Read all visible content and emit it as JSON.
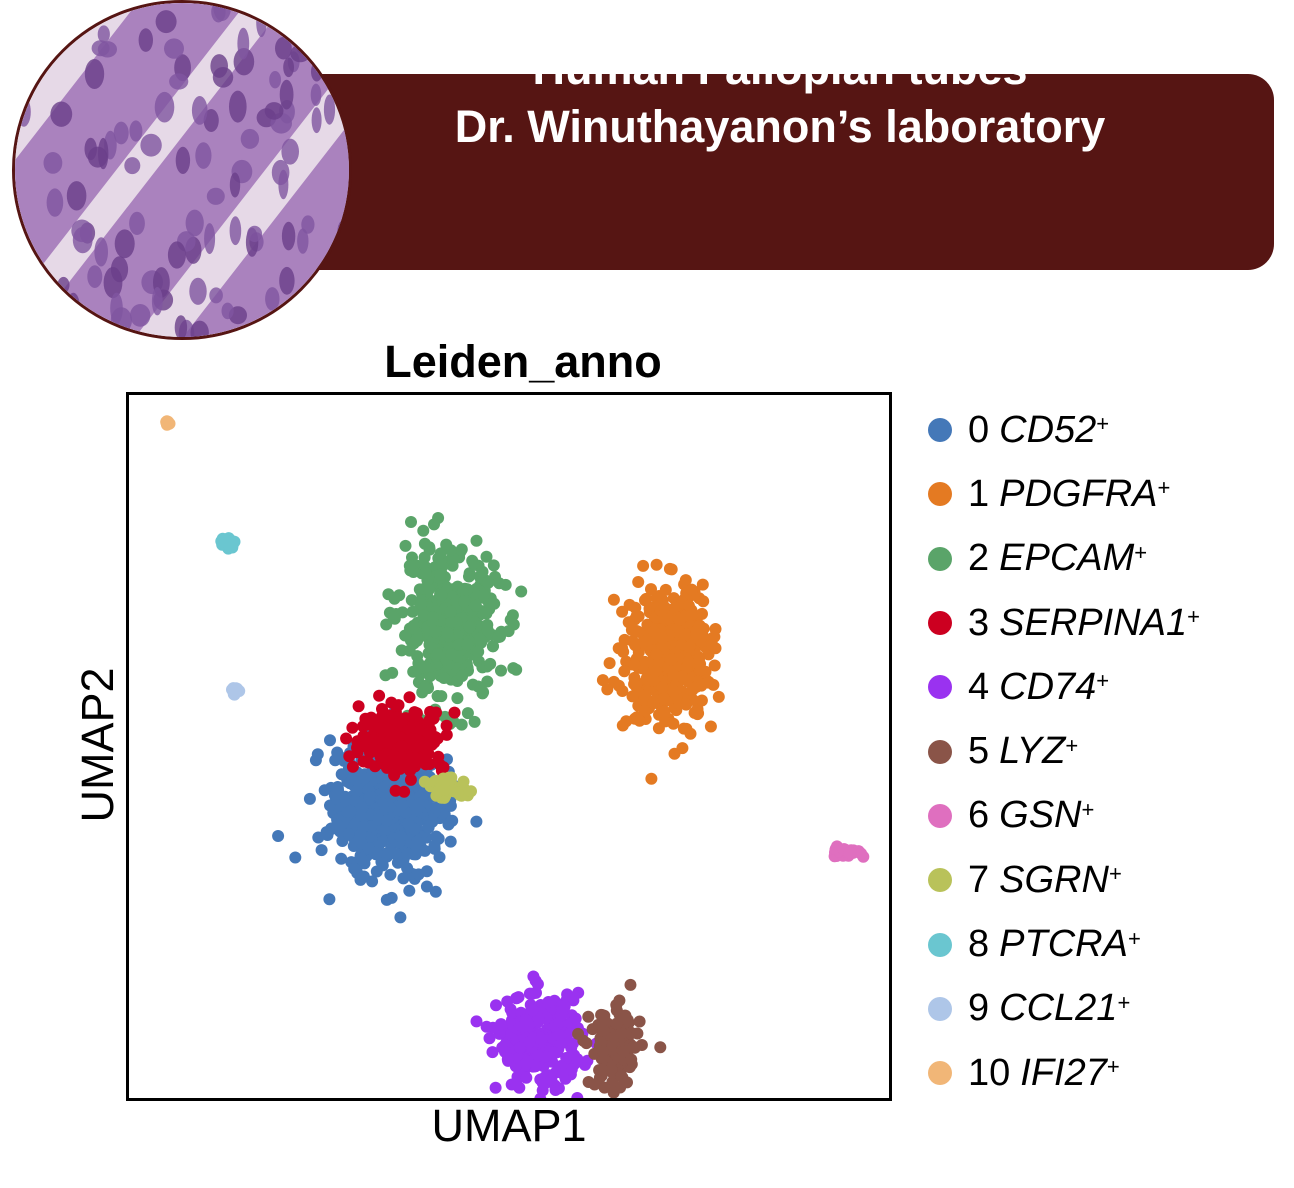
{
  "header": {
    "line1": "Human Fallopian tubes",
    "line2": "Dr. Winuthayanon’s laboratory",
    "banner_color": "#561513",
    "image": "fallopian-tube-histology-image"
  },
  "chart_data": {
    "type": "scatter",
    "title": "Leiden_anno",
    "xlabel": "UMAP1",
    "ylabel": "UMAP2",
    "xticks": "none",
    "yticks": "none",
    "grid": false,
    "legend_position": "right",
    "series": [
      {
        "id": "0",
        "name": "CD52",
        "color": "#4478b8",
        "center": [
          0.34,
          0.41
        ],
        "spread": [
          0.065,
          0.08
        ],
        "n": 650
      },
      {
        "id": "1",
        "name": "PDGFRA",
        "color": "#e47a22",
        "center": [
          0.71,
          0.63
        ],
        "spread": [
          0.05,
          0.085
        ],
        "n": 420
      },
      {
        "id": "2",
        "name": "EPCAM",
        "color": "#5aa469",
        "center": [
          0.42,
          0.67
        ],
        "spread": [
          0.06,
          0.095
        ],
        "n": 420
      },
      {
        "id": "3",
        "name": "SERPINA1",
        "color": "#cc0020",
        "center": [
          0.36,
          0.51
        ],
        "spread": [
          0.05,
          0.04
        ],
        "n": 260
      },
      {
        "id": "4",
        "name": "CD74",
        "color": "#9a32f0",
        "center": [
          0.54,
          0.08
        ],
        "spread": [
          0.05,
          0.06
        ],
        "n": 260
      },
      {
        "id": "5",
        "name": "LYZ",
        "color": "#8a5448",
        "center": [
          0.64,
          0.07
        ],
        "spread": [
          0.03,
          0.05
        ],
        "n": 160
      },
      {
        "id": "6",
        "name": "GSN",
        "color": "#df6fbf",
        "center": [
          0.94,
          0.35
        ],
        "spread": [
          0.02,
          0.006
        ],
        "n": 40
      },
      {
        "id": "7",
        "name": "SGRN",
        "color": "#b9c25a",
        "center": [
          0.42,
          0.44
        ],
        "spread": [
          0.025,
          0.012
        ],
        "n": 50
      },
      {
        "id": "8",
        "name": "PTCRA",
        "color": "#6ac6d0",
        "center": [
          0.13,
          0.79
        ],
        "spread": [
          0.008,
          0.007
        ],
        "n": 18
      },
      {
        "id": "9",
        "name": "CCL21",
        "color": "#aec6e8",
        "center": [
          0.14,
          0.58
        ],
        "spread": [
          0.004,
          0.006
        ],
        "n": 14
      },
      {
        "id": "10",
        "name": "IFI27",
        "color": "#f1b677",
        "center": [
          0.05,
          0.96
        ],
        "spread": [
          0.004,
          0.003
        ],
        "n": 8
      }
    ]
  },
  "legend_suffix": "+"
}
